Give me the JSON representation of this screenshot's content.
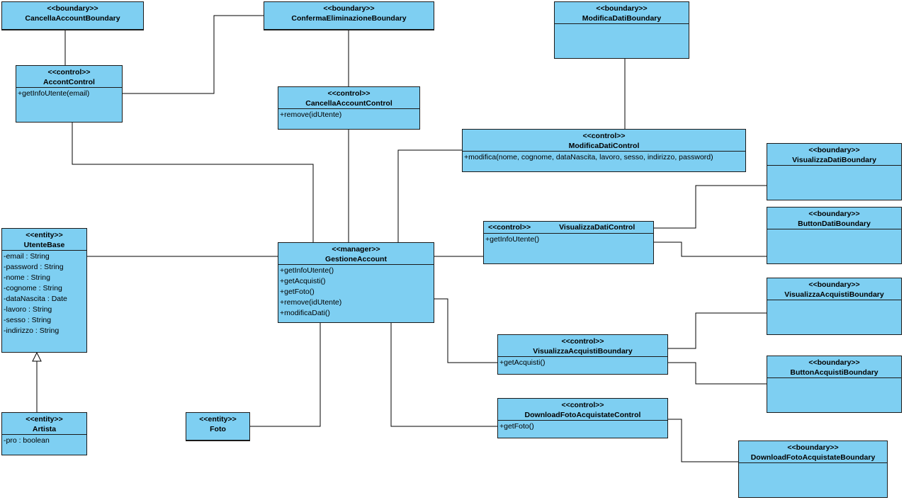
{
  "diagram": {
    "colors": {
      "class_fill": "#7ecff2",
      "border": "#1a1a1a",
      "line": "#000000"
    },
    "classes": {
      "cancellaAccountBoundary": {
        "stereotype": "<<boundary>>",
        "name": "CancellaAccountBoundary",
        "members": []
      },
      "accontControl": {
        "stereotype": "<<control>>",
        "name": "AccontControl",
        "members": [
          "+getInfoUtente(email)"
        ]
      },
      "confermaEliminazioneBoundary": {
        "stereotype": "<<boundary>>",
        "name": "ConfermaEliminazioneBoundary",
        "members": []
      },
      "cancellaAccountControl": {
        "stereotype": "<<control>>",
        "name": "CancellaAccountControl",
        "members": [
          "+remove(idUtente)"
        ]
      },
      "modificaDatiBoundary": {
        "stereotype": "<<boundary>>",
        "name": "ModificaDatiBoundary",
        "members": []
      },
      "modificaDatiControl": {
        "stereotype": "<<control>>",
        "name": "ModificaDatiControl",
        "members": [
          "+modifica(nome, cognome, dataNascita, lavoro, sesso, indirizzo, password)"
        ]
      },
      "visualizzaDatiBoundary": {
        "stereotype": "<<boundary>>",
        "name": "VisualizzaDatiBoundary",
        "members": []
      },
      "buttonDatiBoundary": {
        "stereotype": "<<boundary>>",
        "name": "ButtonDatiBoundary",
        "members": []
      },
      "visualizzaDatiControl": {
        "stereotype": "<<control>>",
        "name": "VisualizzaDatiControl",
        "members": [
          "+getInfoUtente()"
        ]
      },
      "utenteBase": {
        "stereotype": "<<entity>>",
        "name": "UtenteBase",
        "members": [
          "-email : String",
          "-password : String",
          "-nome : String",
          "-cognome : String",
          "-dataNascita : Date",
          "-lavoro : String",
          "-sesso : String",
          "-indirizzo : String"
        ]
      },
      "gestioneAccount": {
        "stereotype": "<<manager>>",
        "name": "GestioneAccount",
        "members": [
          "+getInfoUtente()",
          "+getAcquisti()",
          "+getFoto()",
          "+remove(idUtente)",
          "+modificaDati()"
        ]
      },
      "visualizzaAcquistiBoundary": {
        "stereotype": "<<boundary>>",
        "name": "VisualizzaAcquistiBoundary",
        "members": []
      },
      "visualizzaAcquistiControl": {
        "stereotype": "<<control>>",
        "name": "VisualizzaAcquistiBoundary",
        "members": [
          "+getAcquisti()"
        ]
      },
      "buttonAcquistiBoundary": {
        "stereotype": "<<boundary>>",
        "name": "ButtonAcquistiBoundary",
        "members": []
      },
      "artista": {
        "stereotype": "<<entity>>",
        "name": "Artista",
        "members": [
          "-pro : boolean"
        ]
      },
      "foto": {
        "stereotype": "<<entity>>",
        "name": "Foto",
        "members": []
      },
      "downloadFotoAcquistateControl": {
        "stereotype": "<<control>>",
        "name": "DownloadFotoAcquistateControl",
        "members": [
          "+getFoto()"
        ]
      },
      "downloadFotoAcquistateBoundary": {
        "stereotype": "<<boundary>>",
        "name": "DownloadFotoAcquistateBoundary",
        "members": []
      }
    }
  }
}
